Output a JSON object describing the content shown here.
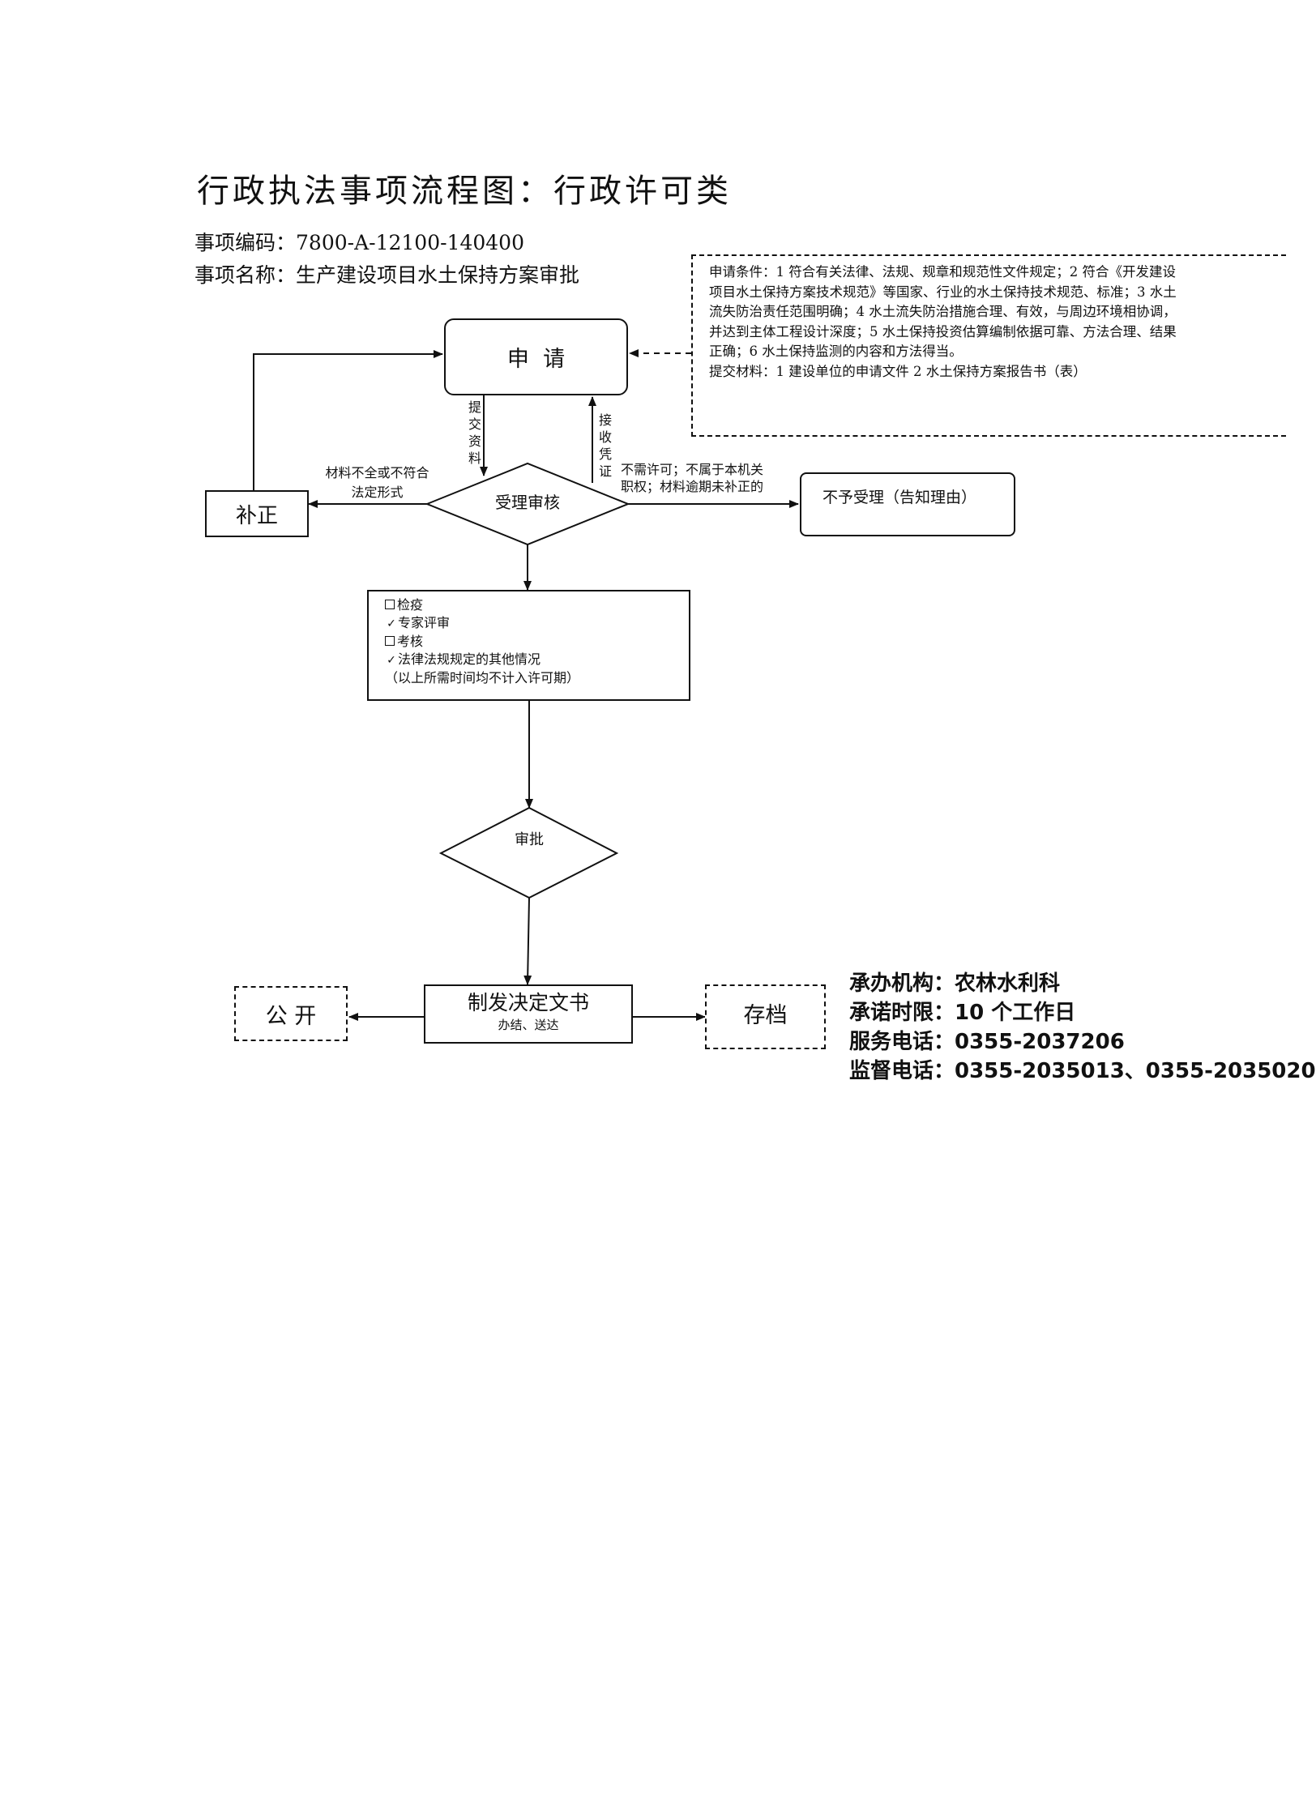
{
  "header": {
    "title": "行政执法事项流程图：行政许可类",
    "code_label": "事项编码：",
    "code_value": "7800-A-12100-140400",
    "name_label": "事项名称：",
    "name_value": "生产建设项目水土保持方案审批"
  },
  "conditions": {
    "lines": [
      "申请条件：1 符合有关法律、法规、规章和规范性文件规定；2 符合《开发建设",
      "项目水土保持方案技术规范》等国家、行业的水土保持技术规范、标准；3 水土",
      "流失防治责任范围明确；4 水土流失防治措施合理、有效，与周边环境相协调，",
      "并达到主体工程设计深度；5 水土保持投资估算编制依据可靠、方法合理、结果",
      "正确；6 水土保持监测的内容和方法得当。",
      "提交材料：1 建设单位的申请文件 2 水土保持方案报告书（表）"
    ]
  },
  "flow": {
    "apply": "申  请",
    "submit_label": "提交资料",
    "receipt_label": "接收凭证",
    "review": "受理审核",
    "correction_condition_1": "材料不全或不符合",
    "correction_condition_2": "法定形式",
    "correction": "补正",
    "reject_condition_1": "不需许可；不属于本机关",
    "reject_condition_2": "职权；材料逾期未补正的",
    "reject": "不予受理（告知理由）",
    "review_items": [
      {
        "mark": "box",
        "text": "检疫"
      },
      {
        "mark": "check",
        "text": "专家评审"
      },
      {
        "mark": "box",
        "text": "考核"
      },
      {
        "mark": "check",
        "text": "法律法规规定的其他情况"
      }
    ],
    "review_note": "（以上所需时间均不计入许可期）",
    "approve": "审批",
    "decision": "制发决定文书",
    "decision_sub": "办结、送达",
    "publish": "公 开",
    "archive": "存档"
  },
  "info": {
    "agency": "承办机构：农林水利科",
    "time_limit": "承诺时限：10 个工作日",
    "service_phone": "服务电话：0355-2037206",
    "supervise_phone": "监督电话：0355-2035013、0355-2035020"
  }
}
